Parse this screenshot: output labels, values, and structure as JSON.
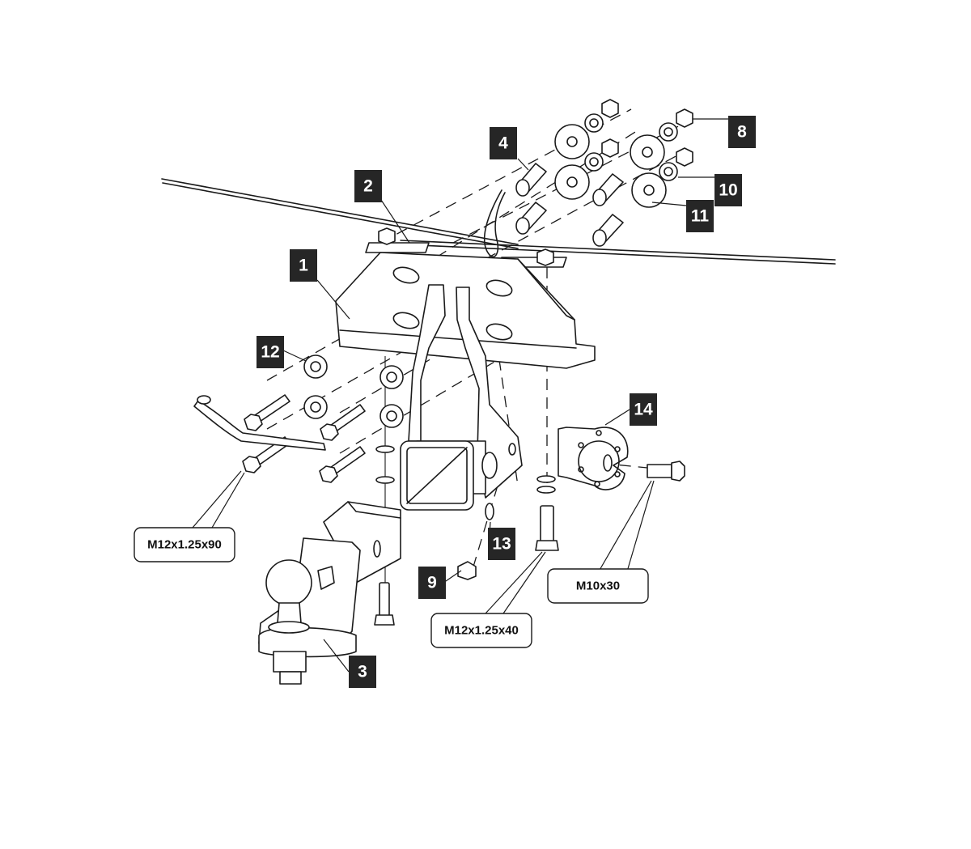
{
  "diagram": {
    "title": "Tow hitch exploded assembly view",
    "callouts": [
      {
        "id": "1",
        "label": "1",
        "part": "main-crossmember-bracket"
      },
      {
        "id": "2",
        "label": "2",
        "part": "top-mounting-plate"
      },
      {
        "id": "3",
        "label": "3",
        "part": "ball-mount-with-tow-ball"
      },
      {
        "id": "4",
        "label": "4",
        "part": "spacer-tube"
      },
      {
        "id": "8",
        "label": "8",
        "part": "nut"
      },
      {
        "id": "9",
        "label": "9",
        "part": "nut"
      },
      {
        "id": "10",
        "label": "10",
        "part": "spring-washer"
      },
      {
        "id": "11",
        "label": "11",
        "part": "large-flat-washer"
      },
      {
        "id": "12",
        "label": "12",
        "part": "flat-washer"
      },
      {
        "id": "13",
        "label": "13",
        "part": "lock-washer"
      },
      {
        "id": "14",
        "label": "14",
        "part": "electrical-socket-bracket"
      }
    ],
    "bolt_specs": [
      {
        "id": "bolt-m12-90",
        "label": "M12x1.25x90"
      },
      {
        "id": "bolt-m12-40",
        "label": "M12x1.25x40"
      },
      {
        "id": "bolt-m10-30",
        "label": "M10x30"
      }
    ]
  }
}
